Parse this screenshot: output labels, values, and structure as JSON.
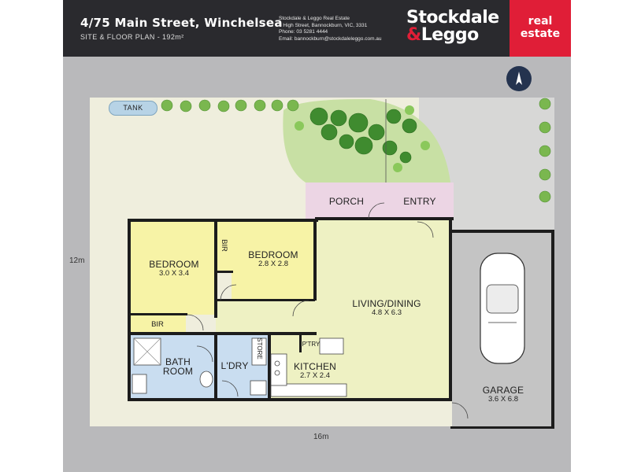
{
  "header": {
    "address": "4/75 Main Street, Winchelsea",
    "subtitle": "SITE & FLOOR PLAN - 192m²",
    "agency_lines": [
      "Stockdale & Leggo Real Estate",
      "4 High Street, Bannockburn, VIC, 3331",
      "Phone: 03 5281 4444",
      "Email: bannockburn@stockdaleleggo.com.au"
    ],
    "logo_line1": "Stockdale",
    "logo_amp": "&",
    "logo_line2": "Leggo",
    "badge_line1": "real",
    "badge_line2": "estate"
  },
  "site": {
    "tank": "TANK",
    "width_dim": "16m",
    "depth_dim": "12m",
    "compass_icon": "north-arrow-icon"
  },
  "rooms": {
    "bedroom1": {
      "name": "BEDROOM",
      "dims": "3.0 X 3.4"
    },
    "bedroom2": {
      "name": "BEDROOM",
      "dims": "2.8 X 2.8"
    },
    "bir1": "BIR",
    "bir2": "BIR",
    "living": {
      "name": "LIVING/DINING",
      "dims": "4.8 X 6.3"
    },
    "bath": {
      "line1": "BATH",
      "line2": "ROOM"
    },
    "laundry": "L'DRY",
    "store": "STORE",
    "pantry": "P'TRY",
    "kitchen": {
      "name": "KITCHEN",
      "dims": "2.7 X 2.4"
    },
    "porch": "PORCH",
    "entry": "ENTRY",
    "garage": {
      "name": "GARAGE",
      "dims": "3.6 X 6.8"
    }
  },
  "colors": {
    "bedroom": "#f7f3a6",
    "living": "#eef1c3",
    "wet": "#c9ddf0",
    "porch": "#ecd5e4",
    "garage": "#c4c4c4",
    "header": "#2a2a2e",
    "brand_red": "#e01e37"
  }
}
